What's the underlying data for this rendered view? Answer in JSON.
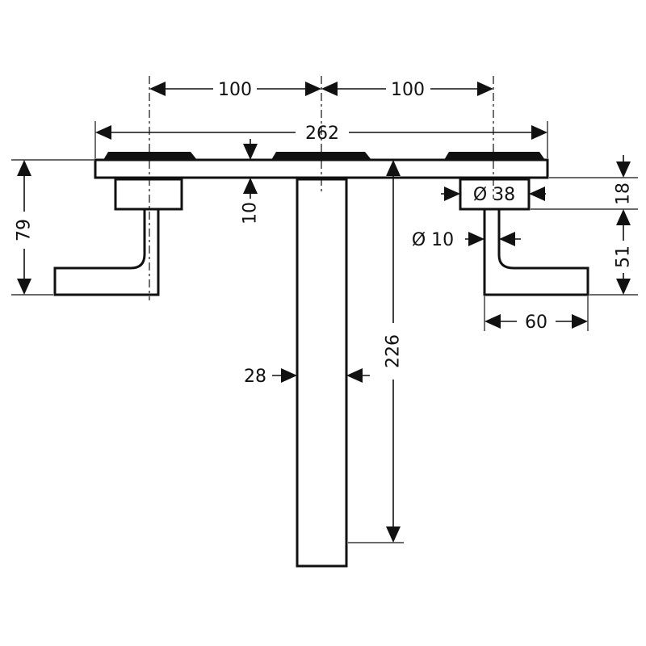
{
  "dimensions": {
    "spacing_left": "100",
    "spacing_right": "100",
    "plate_width": "262",
    "plate_thickness": "10",
    "handle_height": "79",
    "escutcheon_height": "18",
    "handle_drop": "51",
    "escutcheon_diameter": "Ø 38",
    "stem_diameter": "Ø 10",
    "lever_length": "60",
    "spout_width": "28",
    "spout_projection": "226"
  }
}
